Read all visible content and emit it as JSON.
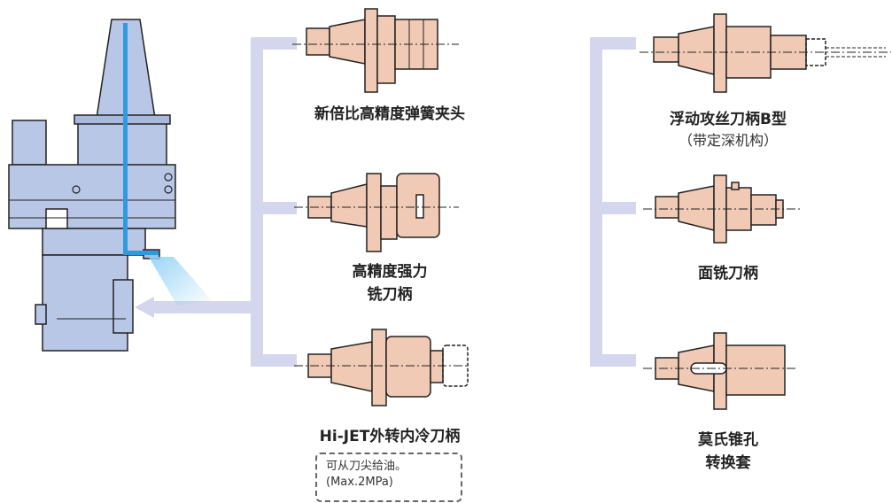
{
  "colors": {
    "bracket": "#d3d6ec",
    "tool_fill": "#f0cab5",
    "head_fill": "#b9c7e6",
    "coolant": "#2f9ae0",
    "stroke": "#222222"
  },
  "left_tools": [
    {
      "label_lines": [
        "新倍比高精度弹簧夹头"
      ],
      "icon": "spring-collet-chuck-icon"
    },
    {
      "label_lines": [
        "高精度强力",
        "铣刀柄"
      ],
      "icon": "power-milling-chuck-icon"
    },
    {
      "label_lines": [
        "Hi-JET外转内冷刀柄"
      ],
      "icon": "hi-jet-coolant-holder-icon"
    }
  ],
  "note": {
    "lines": [
      "可从刀尖给油。",
      "(Max.2MPa)"
    ]
  },
  "right_tools": [
    {
      "label_lines": [
        "浮动攻丝刀柄B型"
      ],
      "sub_lines": [
        "（带定深机构）"
      ],
      "icon": "floating-tap-holder-icon"
    },
    {
      "label_lines": [
        "面铣刀柄"
      ],
      "sub_lines": [],
      "icon": "face-mill-arbor-icon"
    },
    {
      "label_lines": [
        "莫氏锥孔",
        "转换套"
      ],
      "sub_lines": [],
      "icon": "morse-taper-adapter-icon"
    }
  ],
  "head_icon": "angle-head-icon"
}
